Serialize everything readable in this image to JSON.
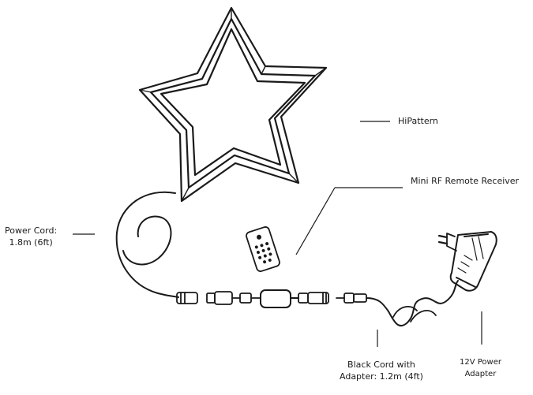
{
  "labels": {
    "hipattern": "HiPattern",
    "receiver": "Mini RF Remote Receiver",
    "power_cord": [
      "Power Cord:",
      "1.8m (6ft)"
    ],
    "black_cord": [
      "Black Cord with",
      "Adapter: 1.2m (4ft)"
    ],
    "adapter": [
      "12V Power",
      "Adapter"
    ]
  },
  "colors": {
    "line": "#1a1a1a",
    "background": "#ffffff"
  },
  "icons": [
    "star-neon-light",
    "rf-remote-control",
    "plug-connector",
    "rf-receiver-box",
    "power-adapter-icon"
  ]
}
